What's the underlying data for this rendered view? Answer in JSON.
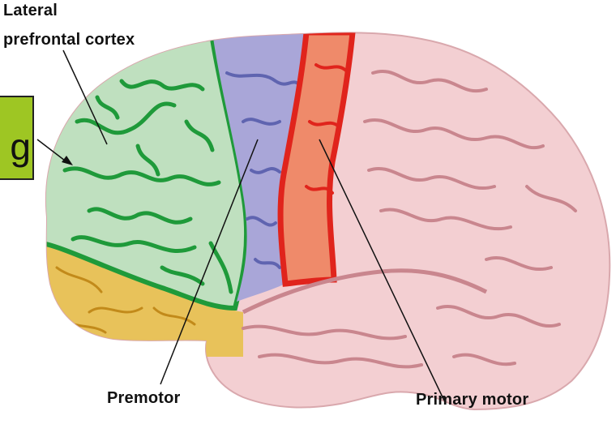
{
  "labels": {
    "lateral_line1": "Lateral",
    "lateral_line2": "prefrontal cortex",
    "premotor": "Premotor",
    "primary_motor": "Primary motor",
    "callout_fragment": "g"
  },
  "colors": {
    "prefrontal": "#bfe0bf",
    "prefrontal_sulci": "#1f9a3a",
    "premotor": "#a9a6d8",
    "premotor_sulci": "#5f64b0",
    "primary_motor": "#ef8a6a",
    "primary_motor_border": "#e0241c",
    "orbitofrontal": "#e8c25a",
    "orbitofrontal_sulci": "#c28a1a",
    "cortex": "#f3cfd2",
    "cortex_sulci": "#c9868e",
    "callout_bg": "#9ec623"
  }
}
